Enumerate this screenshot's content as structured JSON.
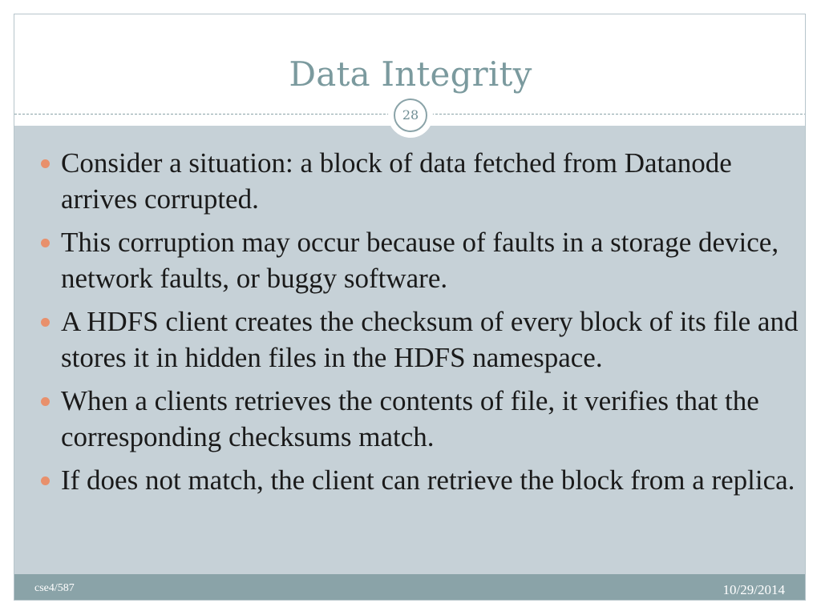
{
  "slide": {
    "title": "Data Integrity",
    "page_number": "28",
    "bullets": [
      "Consider a situation: a block of data fetched from Datanode arrives corrupted.",
      "This corruption may occur because of faults in a storage device, network faults, or buggy software.",
      "A HDFS client creates the checksum of every block of its file and stores it in hidden files in the HDFS namespace.",
      "When a clients retrieves the contents of file, it verifies that the corresponding checksums match.",
      "If does not match, the client can retrieve the block from a replica."
    ],
    "footer_left": "cse4/587",
    "footer_right": "10/29/2014"
  },
  "colors": {
    "title": "#7b9a9e",
    "content_background": "#c6d1d7",
    "footer_background": "#8aa3a8",
    "bullet_dot": "#e8906c",
    "text": "#1a1a1a"
  }
}
